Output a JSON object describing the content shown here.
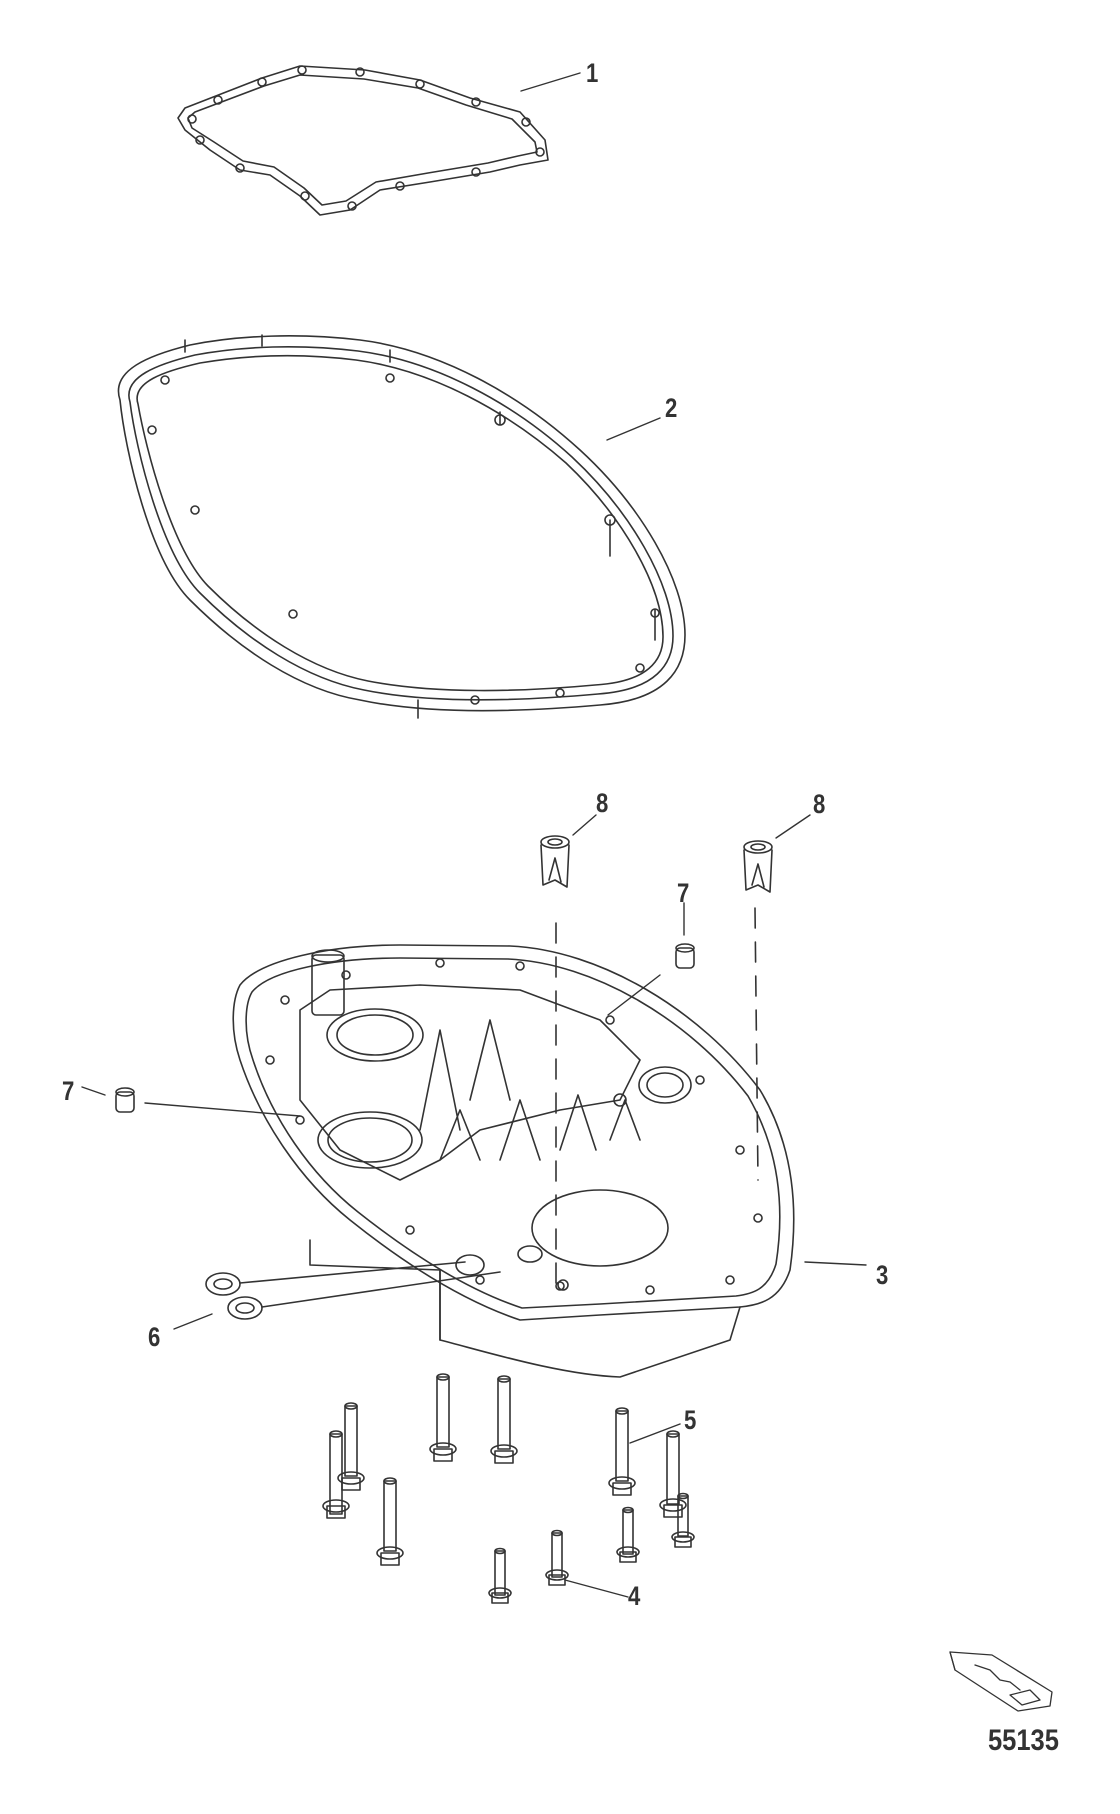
{
  "diagram": {
    "type": "exploded-parts-view",
    "figure_number": "55135",
    "colors": {
      "line": "#333333",
      "background": "#ffffff",
      "text": "#333333"
    },
    "callouts": [
      {
        "id": "1",
        "label": "1",
        "part": "gasket-small"
      },
      {
        "id": "2",
        "label": "2",
        "part": "seal-ring-large"
      },
      {
        "id": "3",
        "label": "3",
        "part": "adapter-plate-housing"
      },
      {
        "id": "4",
        "label": "4",
        "part": "short-flange-bolt"
      },
      {
        "id": "5",
        "label": "5",
        "part": "long-flange-bolt"
      },
      {
        "id": "6",
        "label": "6",
        "part": "grommet"
      },
      {
        "id": "7a",
        "label": "7",
        "part": "dowel-pin-right"
      },
      {
        "id": "7b",
        "label": "7",
        "part": "dowel-pin-left"
      },
      {
        "id": "8a",
        "label": "8",
        "part": "plug-left"
      },
      {
        "id": "8b",
        "label": "8",
        "part": "plug-right"
      }
    ],
    "icons": {
      "boat": "boat-orientation-icon"
    }
  }
}
